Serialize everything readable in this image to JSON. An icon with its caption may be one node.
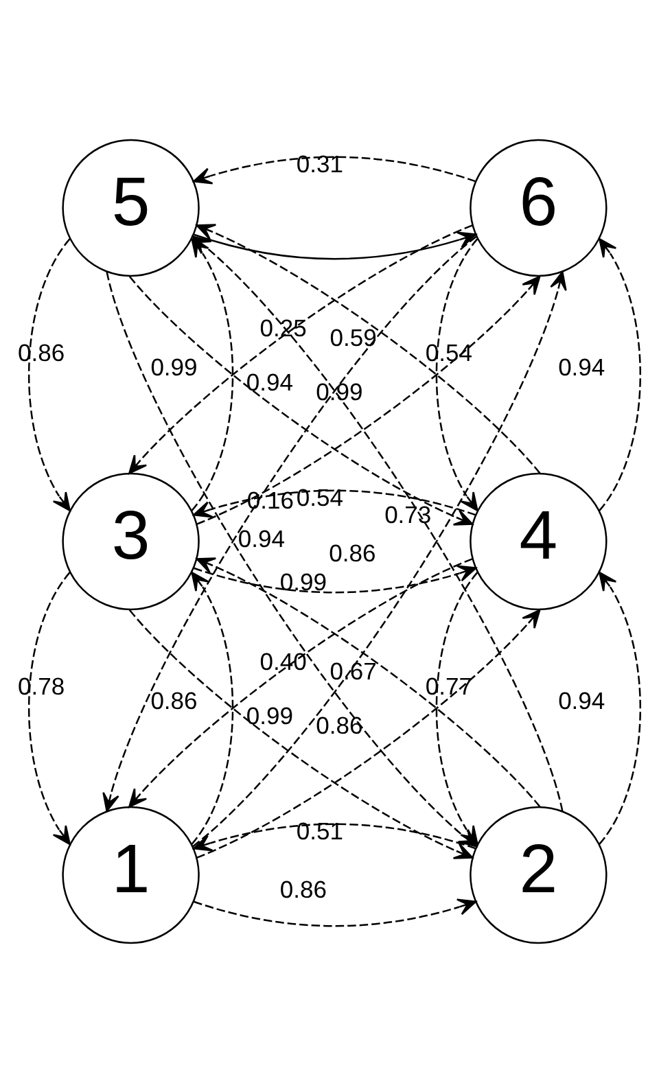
{
  "diagram": {
    "nodes": [
      {
        "text": [
          "5"
        ]
      },
      {
        "text": [
          "6"
        ]
      },
      {
        "text": [
          "3"
        ]
      },
      {
        "text": [
          "4"
        ]
      },
      {
        "text": [
          "1"
        ]
      },
      {
        "text": [
          "2"
        ]
      }
    ],
    "edges": [
      {
        "from": 0,
        "to": 1,
        "arrow": "to"
      },
      {
        "from": 1,
        "to": 0,
        "arrow": "to",
        "label": "0.31",
        "style": "dashed"
      },
      {
        "from": 2,
        "to": 0,
        "arrow": "to",
        "label": "0.99",
        "style": "dashed"
      },
      {
        "from": 0,
        "to": 2,
        "arrow": "to",
        "label": "0.86",
        "style": "dashed"
      },
      {
        "from": 3,
        "to": 1,
        "arrow": "to",
        "label": "0.94",
        "style": "dashed"
      },
      {
        "from": 1,
        "to": 3,
        "arrow": "to",
        "label": "0.54",
        "style": "dashed"
      },
      {
        "from": 5,
        "to": 0,
        "arrow": "to",
        "label": "0.73",
        "style": "dashed"
      },
      {
        "from": 3,
        "to": 0,
        "arrow": "to",
        "label": "0.59",
        "style": "dashed"
      },
      {
        "from": 0,
        "to": 3,
        "arrow": "to",
        "label": "0.94",
        "style": "dashed"
      },
      {
        "from": 0,
        "to": 5,
        "arrow": "to",
        "label": "0.94",
        "style": "dashed"
      },
      {
        "from": 2,
        "to": 1,
        "arrow": "to",
        "label": "0.99",
        "style": "dashed"
      },
      {
        "from": 1,
        "to": 2,
        "arrow": "to",
        "label": "0.25",
        "style": "dashed"
      },
      {
        "from": 4,
        "to": 1,
        "arrow": "to",
        "label": "0.86",
        "style": "dashed"
      },
      {
        "from": 1,
        "to": 4,
        "arrow": "to",
        "label": "0.16",
        "style": "dashed"
      },
      {
        "from": 2,
        "to": 3,
        "arrow": "to",
        "label": "0.99",
        "style": "dashed"
      },
      {
        "from": 3,
        "to": 2,
        "arrow": "to",
        "label": "0.54",
        "style": "dashed"
      },
      {
        "from": 4,
        "to": 2,
        "arrow": "to",
        "label": "0.86",
        "style": "dashed"
      },
      {
        "from": 2,
        "to": 4,
        "arrow": "to",
        "label": "0.78",
        "style": "dashed"
      },
      {
        "from": 5,
        "to": 2,
        "arrow": "to",
        "label": "0.67",
        "style": "dashed"
      },
      {
        "from": 2,
        "to": 5,
        "arrow": "to",
        "label": "0.99",
        "style": "dashed"
      },
      {
        "from": 4,
        "to": 3,
        "arrow": "to",
        "label": "0.86",
        "style": "dashed"
      },
      {
        "from": 3,
        "to": 4,
        "arrow": "to",
        "label": "0.40",
        "style": "dashed"
      },
      {
        "from": 5,
        "to": 3,
        "arrow": "to",
        "label": "0.94",
        "style": "dashed"
      },
      {
        "from": 3,
        "to": 5,
        "arrow": "to",
        "label": "0.77",
        "style": "dashed"
      },
      {
        "from": 4,
        "to": 5,
        "arrow": "to",
        "label": "0.86",
        "style": "dashed"
      },
      {
        "from": 5,
        "to": 4,
        "arrow": "to",
        "label": "0.51",
        "style": "dashed"
      }
    ]
  }
}
